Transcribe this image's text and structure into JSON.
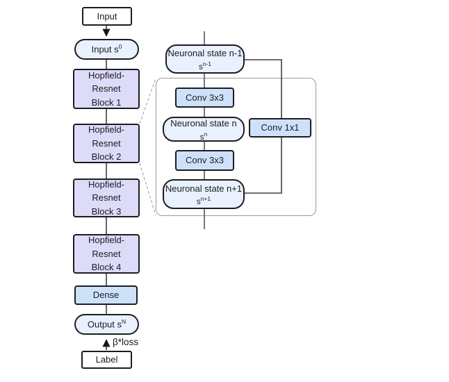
{
  "colors": {
    "block_fill": "#dcdbf8",
    "conv_fill": "#cde2fa",
    "state_fill": "#e8f1fd",
    "box_border": "#1c1c20",
    "wire": "#3f3f44",
    "dashed_wire": "#9a9aa0",
    "container_border": "#9a9aa0"
  },
  "flow": {
    "input_label": "Input",
    "input_state": {
      "base": "Input s",
      "sup": "0"
    },
    "blocks": [
      {
        "line1": "Hopfield-Resnet",
        "line2": "Block 1"
      },
      {
        "line1": "Hopfield-Resnet",
        "line2": "Block 2"
      },
      {
        "line1": "Hopfield-Resnet",
        "line2": "Block 3"
      },
      {
        "line1": "Hopfield-Resnet",
        "line2": "Block 4"
      }
    ],
    "dense_label": "Dense",
    "output_state": {
      "base": "Output s",
      "sup": "N"
    },
    "loss_label": "β*loss",
    "label_box": "Label"
  },
  "detail": {
    "state_prev": {
      "title": "Neuronal state n-1",
      "base": "s",
      "sup": "n-1"
    },
    "conv_top": "Conv 3x3",
    "state_n": {
      "title": "Neuronal state n",
      "base": "s",
      "sup": "n"
    },
    "conv_skip": "Conv 1x1",
    "conv_bottom": "Conv 3x3",
    "state_next": {
      "title": "Neuronal state n+1",
      "base": "s",
      "sup": "n+1"
    }
  }
}
